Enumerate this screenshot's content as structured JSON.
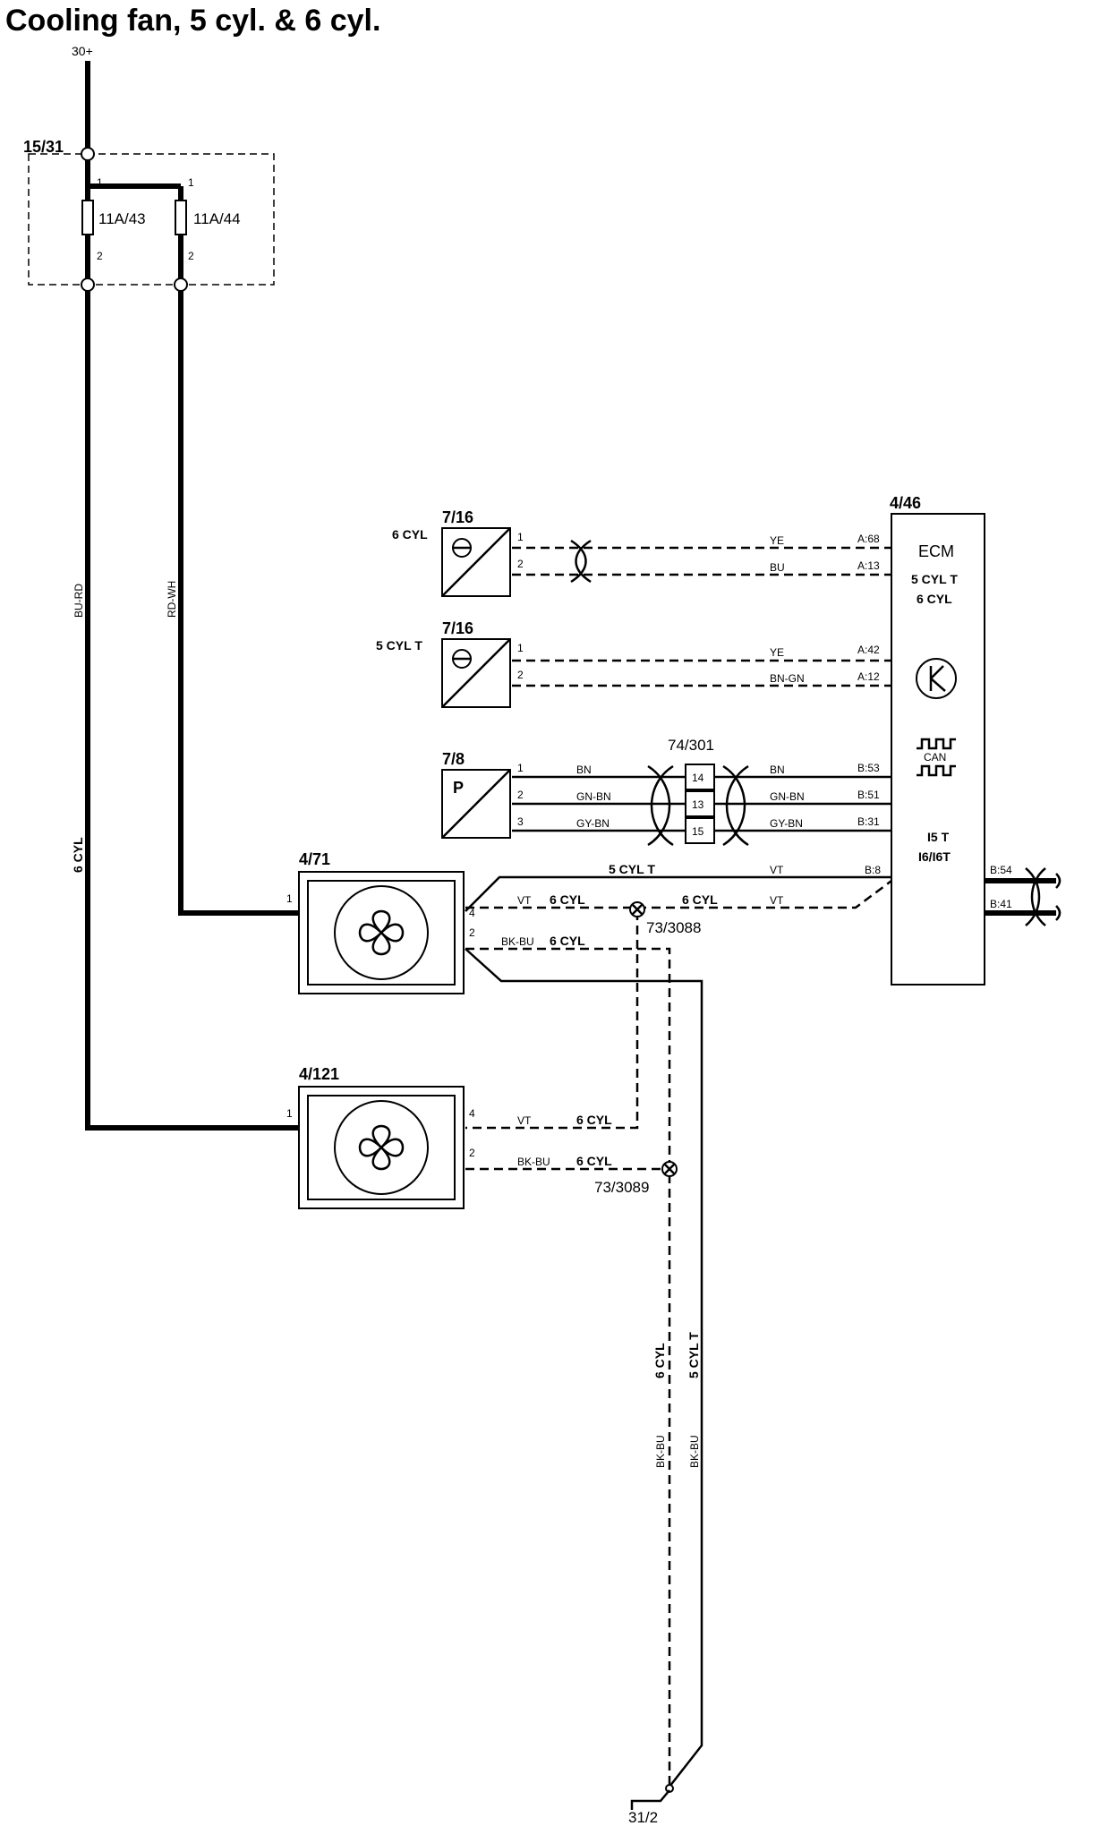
{
  "title": "Cooling fan, 5 cyl. & 6 cyl.",
  "supply": {
    "label": "30+"
  },
  "ground": {
    "label": "31/2"
  },
  "fuse_box": {
    "id": "15/31",
    "fuse_a": {
      "name": "11A/43",
      "pin_in": "1",
      "pin_out": "2"
    },
    "fuse_b": {
      "name": "11A/44",
      "pin_in": "1",
      "pin_out": "2"
    }
  },
  "wires": {
    "bu_rd": "BU-RD",
    "rd_wh": "RD-WH",
    "cyl6_vertical": "6 CYL",
    "ye": "YE",
    "bu": "BU",
    "bn_gn": "BN-GN",
    "bn": "BN",
    "gn_bn": "GN-BN",
    "gy_bn": "GY-BN",
    "vt": "VT",
    "bk_bu": "BK-BU",
    "cyl5t": "5 CYL T",
    "cyl6": "6 CYL"
  },
  "sensors": [
    {
      "id": "7/16",
      "variant": "6 CYL",
      "pin1": "1",
      "pin2": "2",
      "ecm_pin1": "A:68",
      "ecm_pin2": "A:13"
    },
    {
      "id": "7/16",
      "variant": "5 CYL T",
      "pin1": "1",
      "pin2": "2",
      "ecm_pin1": "A:42",
      "ecm_pin2": "A:12"
    },
    {
      "id": "7/8",
      "symbol": "P",
      "pin1": "1",
      "pin2": "2",
      "pin3": "3",
      "ecm_pin1": "B:53",
      "ecm_pin2": "B:51",
      "ecm_pin3": "B:31"
    }
  ],
  "connector": {
    "id": "74/301",
    "pins": [
      "14",
      "13",
      "15"
    ]
  },
  "ecm": {
    "id": "4/46",
    "title": "ECM",
    "line1": "5 CYL T",
    "line2": "6 CYL",
    "can_label": "CAN",
    "variant1": "I5 T",
    "variant2": "I6/I6T",
    "pin_fan": "B:8",
    "can_pin1": "B:54",
    "can_pin2": "B:41"
  },
  "fans": [
    {
      "id": "4/71",
      "pin_power": "1",
      "pin_ctrl": "4",
      "pin_gnd": "2"
    },
    {
      "id": "4/121",
      "pin_power": "1",
      "pin_ctrl": "4",
      "pin_gnd": "2"
    }
  ],
  "splices": {
    "s1": "73/3088",
    "s2": "73/3089"
  }
}
